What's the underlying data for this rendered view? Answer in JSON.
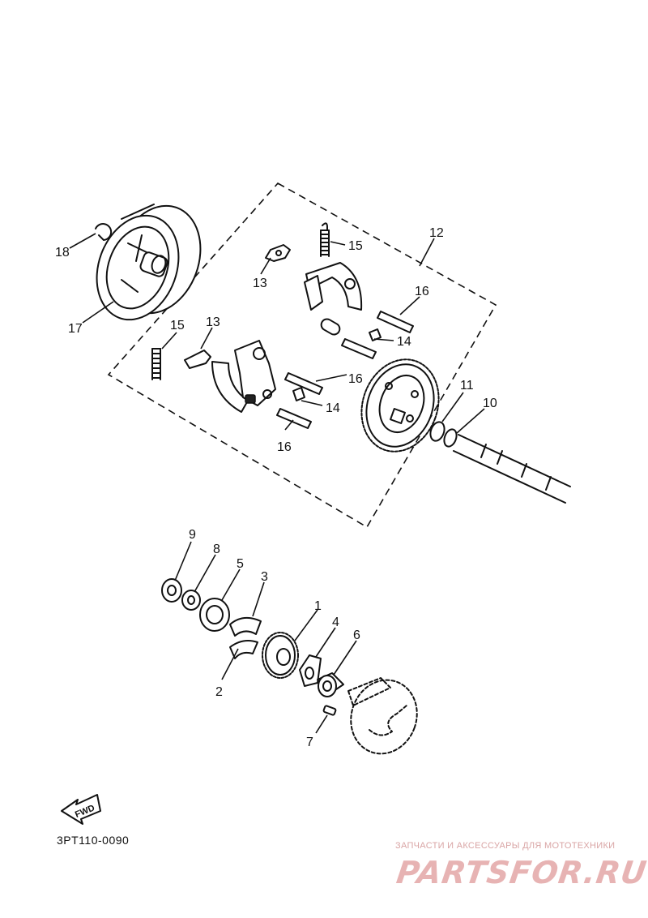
{
  "diagram": {
    "callouts": {
      "n1": "1",
      "n2": "2",
      "n3": "3",
      "n4": "4",
      "n5": "5",
      "n6": "6",
      "n7": "7",
      "n8": "8",
      "n9": "9",
      "n10": "10",
      "n11": "11",
      "n12": "12",
      "n13a": "13",
      "n13b": "13",
      "n14a": "14",
      "n14b": "14",
      "n15a": "15",
      "n15b": "15",
      "n16a": "16",
      "n16b": "16",
      "n16c": "16",
      "n17": "17",
      "n18": "18"
    },
    "fwd_label": "FWD",
    "code": "3PT110-0090"
  },
  "watermark": {
    "text": "ЗАПЧАСТИ И АКСЕССУАРЫ ДЛЯ МОТОТЕХНИКИ",
    "logo": "PARTSFOR.RU",
    "color": "#e7b3b3"
  }
}
